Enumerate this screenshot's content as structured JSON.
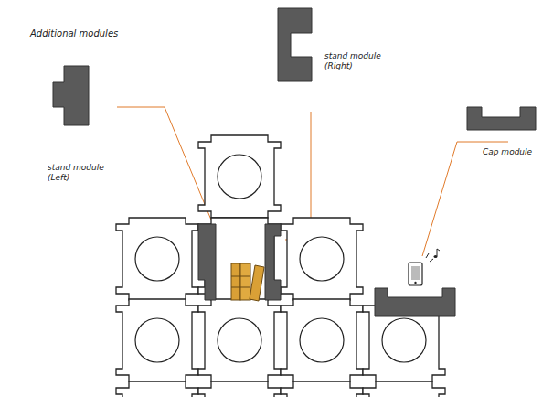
{
  "diagram": {
    "title": "Additional modules",
    "labels": [
      "stand module (Left)",
      "stand module (Right)",
      "Cap module"
    ]
  }
}
